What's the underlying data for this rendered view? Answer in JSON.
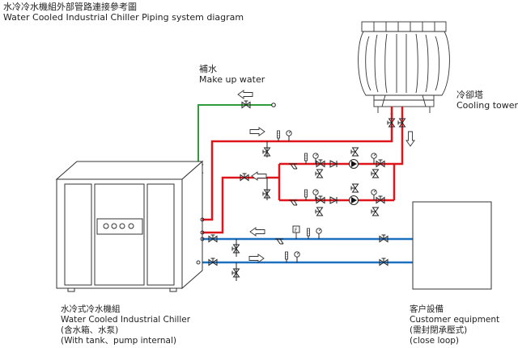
{
  "header": {
    "title_zh": "水冷冷水機組外部管路連接參考圖",
    "title_en": "Water Cooled Industrial Chiller Piping system diagram"
  },
  "labels": {
    "makeup_zh": "補水",
    "makeup_en": "Make up water",
    "tower_zh": "冷卻塔",
    "tower_en": "Cooling tower",
    "chiller_zh": "水冷式冷水機組",
    "chiller_en": "Water Cooled Industrial Chiller",
    "chiller_note_zh": "(含水箱、水泵)",
    "chiller_note_en": "(With tank、pump internal)",
    "customer_zh": "客户設備",
    "customer_en": "Customer equipment",
    "customer_note_zh": "(需封閉承壓式)",
    "customer_note_en": "(close loop)"
  },
  "colors": {
    "condenser_loop": "#e0141b",
    "chilled_loop": "#1d6fc0",
    "makeup_line": "#2f9c3a",
    "outline": "#333333"
  },
  "icons": [
    "flow-arrow-icon",
    "valve-icon",
    "pump-icon",
    "pressure-gauge-icon",
    "thermometer-icon",
    "strainer-icon",
    "check-valve-icon",
    "flow-switch-icon"
  ]
}
